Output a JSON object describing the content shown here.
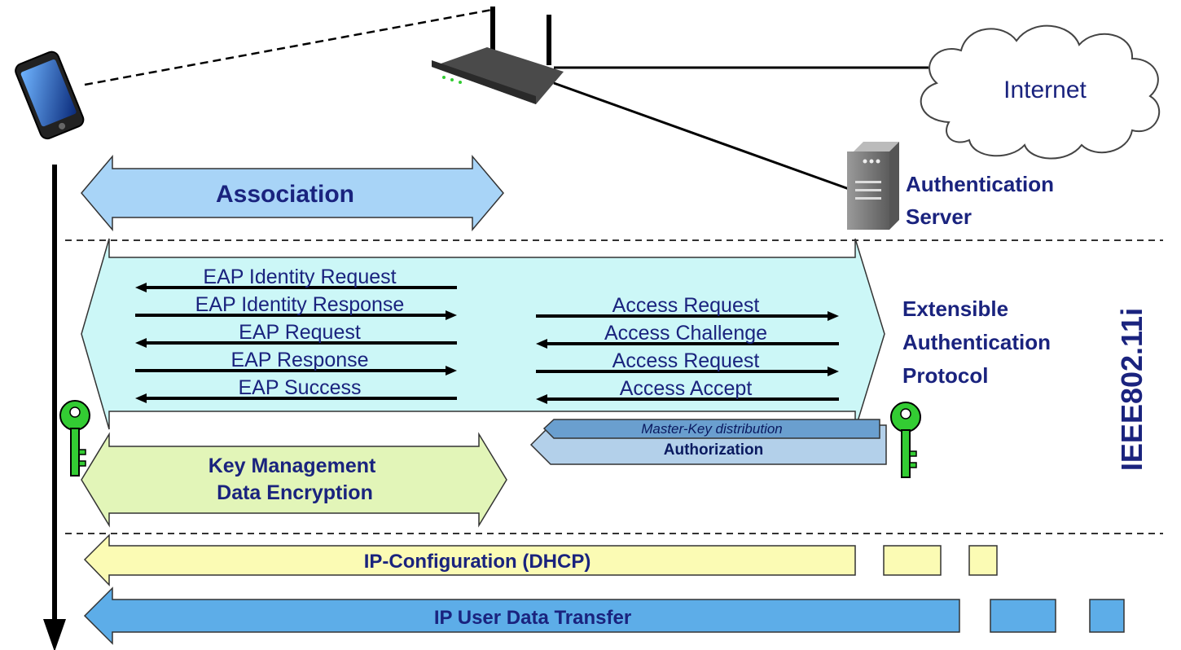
{
  "devices": {
    "cloud_label": "Internet",
    "server_label": [
      "Authentication",
      "Server"
    ]
  },
  "association": {
    "label": "Association"
  },
  "eap": {
    "label": [
      "Extensible",
      "Authentication",
      "Protocol"
    ],
    "left_messages": [
      {
        "text": "EAP Identity Request",
        "direction": "left"
      },
      {
        "text": "EAP Identity Response",
        "direction": "right"
      },
      {
        "text": "EAP Request",
        "direction": "left"
      },
      {
        "text": "EAP Response",
        "direction": "right"
      },
      {
        "text": "EAP Success",
        "direction": "left"
      }
    ],
    "right_messages": [
      {
        "text": "Access Request",
        "direction": "right"
      },
      {
        "text": "Access Challenge",
        "direction": "left"
      },
      {
        "text": "Access Request",
        "direction": "right"
      },
      {
        "text": "Access Accept",
        "direction": "left"
      }
    ]
  },
  "master_key": {
    "label": "Master-Key distribution"
  },
  "authorization": {
    "label": "Authorization"
  },
  "key_management": {
    "label": [
      "Key Management",
      "Data Encryption"
    ]
  },
  "standard": {
    "label": "IEEE802.11i"
  },
  "ip_config": {
    "label": "IP-Configuration (DHCP)"
  },
  "ip_transfer": {
    "label": "IP User Data Transfer"
  },
  "colors": {
    "association": "#a8d4f7",
    "eap": "#ccf7f7",
    "key_management": "#e2f5b8",
    "authorization": "#b3d0ea",
    "master_key": "#6a9fcf",
    "ip_config": "#fbfbb4",
    "ip_transfer": "#5dade8",
    "text": "#1a237e",
    "key": "#33cc33"
  }
}
